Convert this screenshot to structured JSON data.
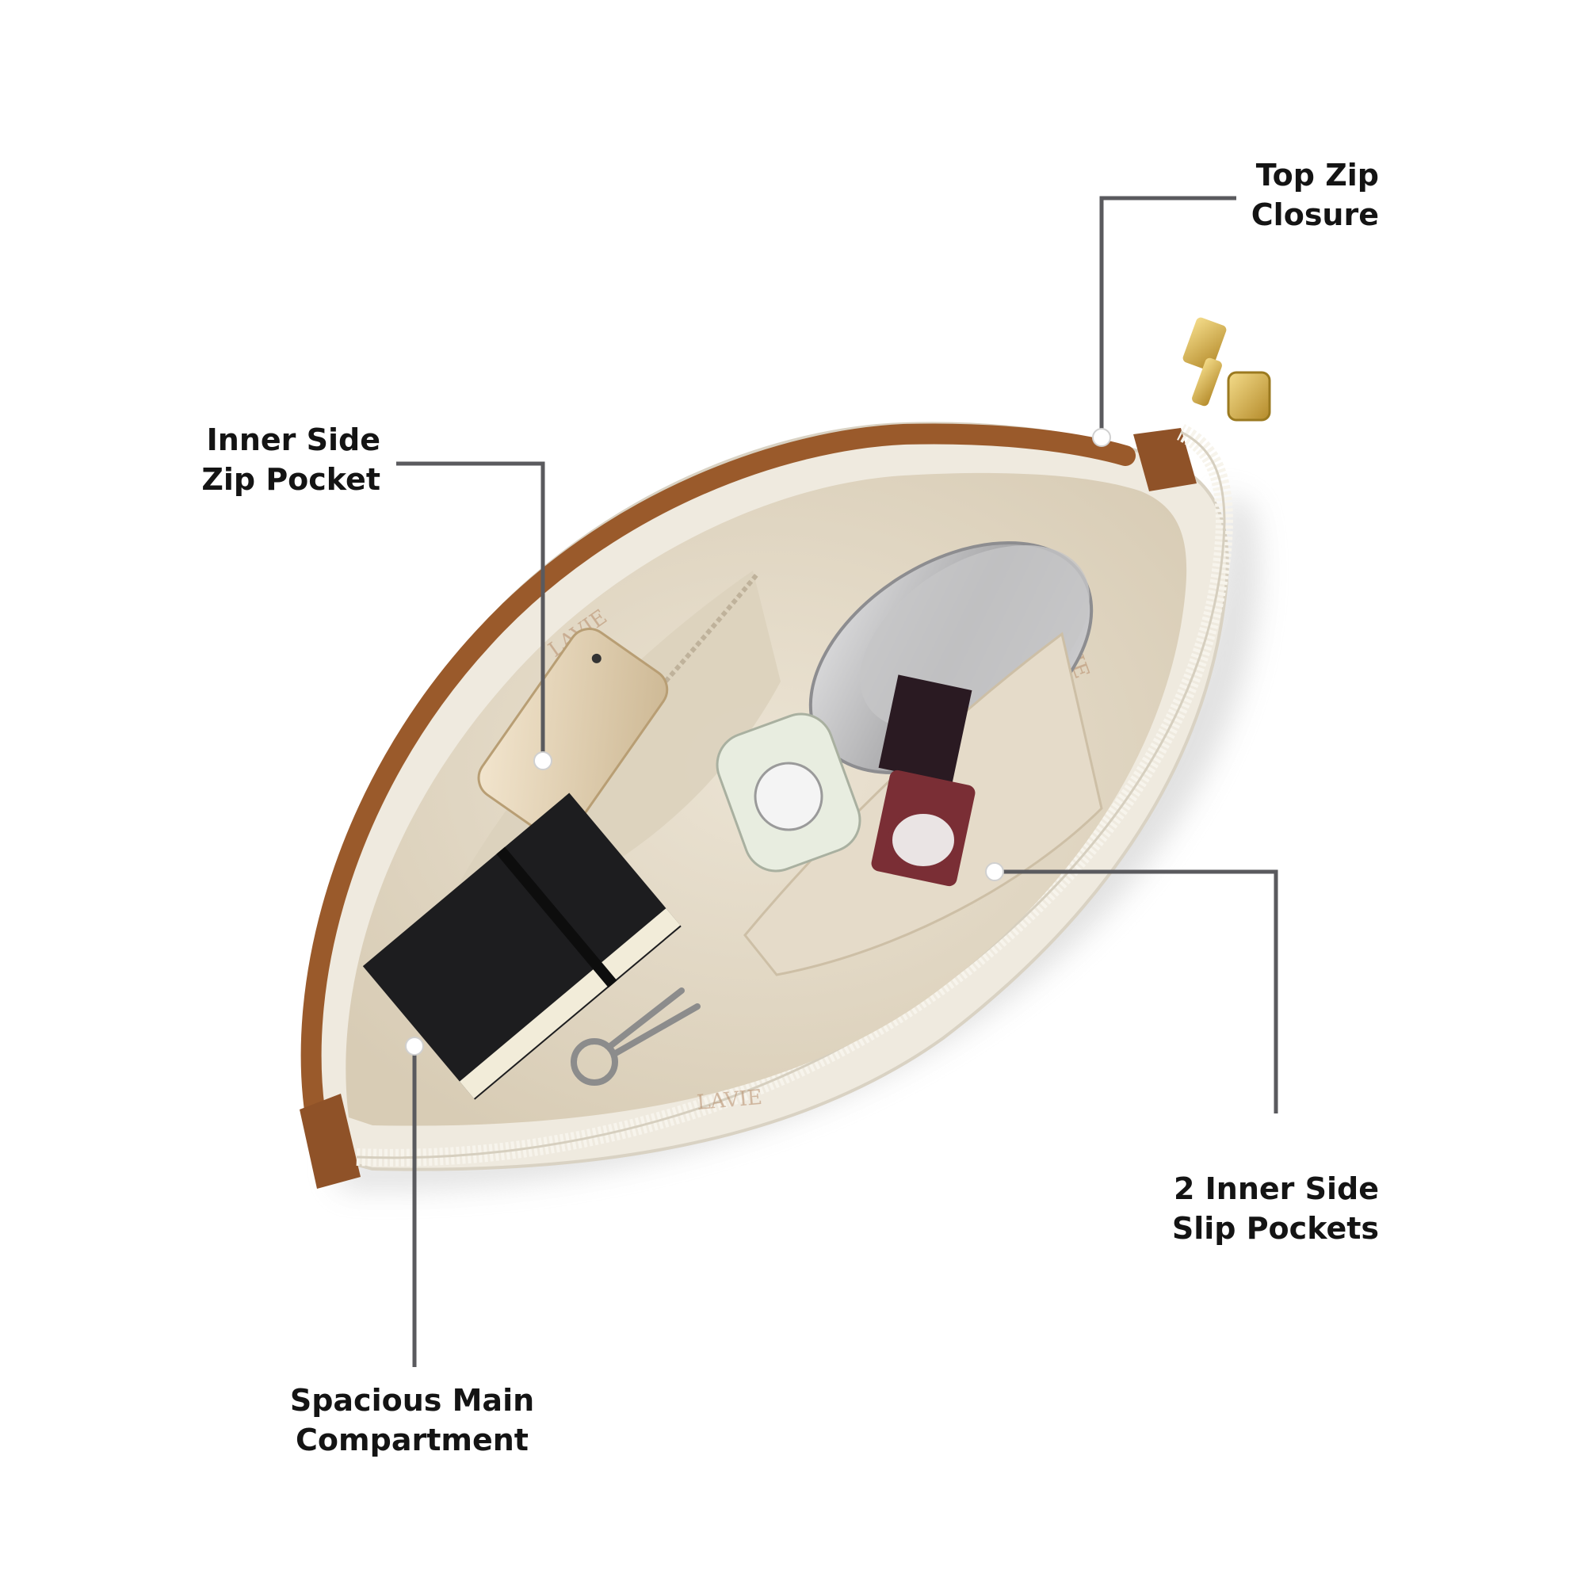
{
  "callouts": {
    "top_zip": {
      "line1": "Top Zip",
      "line2": "Closure"
    },
    "inner_zip": {
      "line1": "Inner Side",
      "line2": "Zip Pocket"
    },
    "slip_pockets": {
      "line1": "2 Inner Side",
      "line2": "Slip Pockets"
    },
    "main_compartment": {
      "line1": "Spacious Main",
      "line2": "Compartment"
    }
  },
  "brand_mark": "LAVIE",
  "colors": {
    "leader_line": "#5a5a5e",
    "bag_outer": "#efeadf",
    "lining": "#e2d8c6",
    "trim": "#9a5a2b",
    "zipper_pull": "#d4b04c"
  }
}
